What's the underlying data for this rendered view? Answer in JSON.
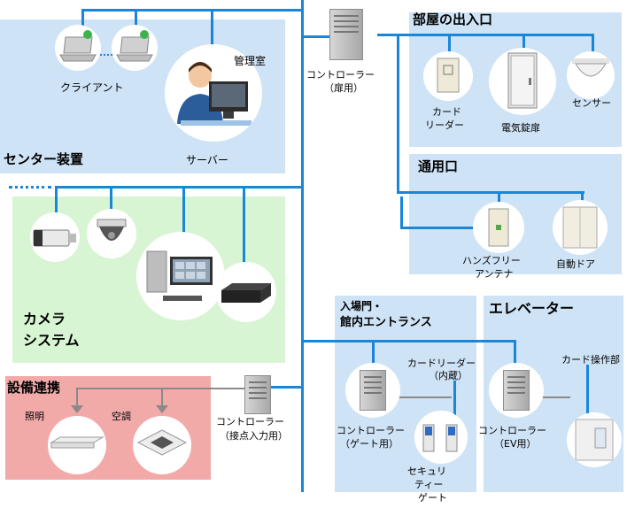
{
  "colors": {
    "line": "#1a86d8",
    "blue_panel": "#cfe3f6",
    "green_panel": "#d8f5d3",
    "pink_panel": "#f2aaa9"
  },
  "center": {
    "title": "センター装置",
    "client_label": "クライアント",
    "room_label": "管理室",
    "server_label": "サーバー"
  },
  "camera": {
    "title_line1": "カメラ",
    "title_line2": "システム"
  },
  "facility": {
    "title": "設備連携",
    "lighting_label": "照明",
    "aircon_label": "空調"
  },
  "controller_door": {
    "line1": "コントローラー",
    "line2": "（扉用）"
  },
  "controller_contact": {
    "line1": "コントローラー",
    "line2": "（接点入力用）"
  },
  "room_entrance": {
    "title": "部屋の出入口",
    "card_reader_line1": "カード",
    "card_reader_line2": "リーダー",
    "lock_label": "電気錠扉",
    "sensor_label": "センサー"
  },
  "passage": {
    "title": "通用口",
    "antenna_line1": "ハンズフリー",
    "antenna_line2": "アンテナ",
    "auto_door_label": "自動ドア"
  },
  "gate": {
    "title_line1": "入場門・",
    "title_line2": "館内エントランス",
    "card_reader_line1": "カードリーダー",
    "card_reader_line2": "（内蔵）",
    "controller_line1": "コントローラー",
    "controller_line2": "（ゲート用）",
    "security_line1": "セキュリ",
    "security_line2": "ティー",
    "security_line3": "ゲート"
  },
  "elevator": {
    "title": "エレベーター",
    "card_panel_label": "カード操作部",
    "controller_line1": "コントローラー",
    "controller_line2": "（EV用）"
  }
}
